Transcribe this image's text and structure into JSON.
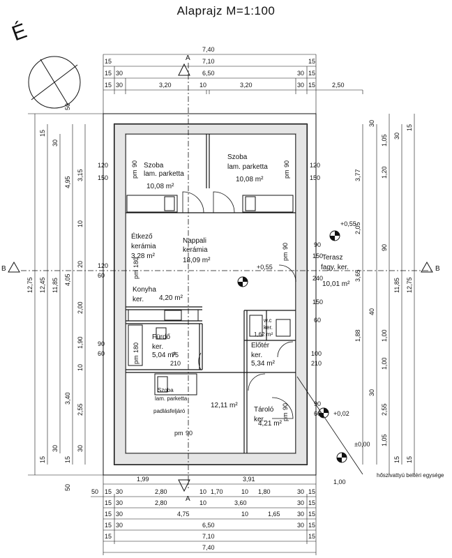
{
  "title": "Alaprajz  M=1:100",
  "north": "É",
  "section_a": "A",
  "section_b": "B",
  "top_dims": {
    "row1": [
      "7,40"
    ],
    "row2": [
      "15",
      "7,10",
      "15"
    ],
    "row3": [
      "15",
      "30",
      "6,50",
      "30",
      "15"
    ],
    "row4": [
      "15",
      "30",
      "3,20",
      "10",
      "3,20",
      "30",
      "15",
      "2,50"
    ]
  },
  "bottom_dims": {
    "row0": [
      "1,99",
      "3,91"
    ],
    "row1": [
      "50",
      "15",
      "30",
      "2,80",
      "10",
      "1,70",
      "10",
      "1,80",
      "30",
      "15"
    ],
    "row2": [
      "15",
      "30",
      "2,80",
      "10",
      "3,60",
      "30",
      "15"
    ],
    "row3": [
      "15",
      "30",
      "4,75",
      "10",
      "1,65",
      "30",
      "15"
    ],
    "row4": [
      "15",
      "30",
      "6,50",
      "30",
      "15"
    ],
    "row5": [
      "15",
      "7,10",
      "15"
    ],
    "row6": [
      "7,40"
    ]
  },
  "left_dims": {
    "total1": "12,75",
    "total2": "12,45",
    "total3": "11,85",
    "a": [
      "4,95",
      "4,05",
      "3,40"
    ],
    "b": [
      "3,15",
      "10",
      "20",
      "2,00",
      "1,90",
      "10",
      "2,55",
      "30"
    ],
    "c": [
      "50",
      "15",
      "30",
      "30",
      "15",
      "15",
      "50"
    ]
  },
  "right_dims": {
    "total1": "12,75",
    "total2": "11,85",
    "a": [
      "3,77",
      "2,05",
      "3,65",
      "1,88"
    ],
    "b": [
      "1,05",
      "1,20",
      "90",
      "1,00",
      "1,00",
      "2,55",
      "1,05"
    ],
    "c": [
      "30",
      "15",
      "30",
      "15",
      "40",
      "30",
      "15"
    ]
  },
  "rooms": [
    {
      "name": "Szoba",
      "floor": "lam. parketta",
      "area": "10,08 m²"
    },
    {
      "name": "Szoba",
      "floor": "lam. parketta",
      "area": "10,08 m²"
    },
    {
      "name": "Étkező",
      "floor": "kerámia",
      "area": "3,28 m²"
    },
    {
      "name": "Nappali",
      "floor": "kerámia",
      "area": "18,09 m²"
    },
    {
      "name": "Konyha",
      "floor": "ker.",
      "area": "4,20 m²"
    },
    {
      "name": "Terasz",
      "floor": "fagy. ker.",
      "area": "10,01 m²"
    },
    {
      "name": "w.c",
      "floor": "ker.",
      "area": "1,62 m²"
    },
    {
      "name": "Fürdő",
      "floor": "ker.",
      "area": "5,04 m²"
    },
    {
      "name": "Előtér",
      "floor": "ker.",
      "area": "5,34 m²"
    },
    {
      "name": "Szoba",
      "floor": "lam. parketta",
      "area": "12,11 m²"
    },
    {
      "name": "Tároló",
      "floor": "ker.",
      "area": "4,21 m²"
    }
  ],
  "attic_stairs": "padlásfeljáró",
  "levels": [
    "+0,55",
    "+0,55",
    "+0,02",
    "±0,00"
  ],
  "openings": [
    "120",
    "150",
    "90",
    "pm",
    "210",
    "60",
    "180",
    "240",
    "75",
    "100",
    "1,00"
  ],
  "annotation": "hőszivattyú beltéri egysége"
}
